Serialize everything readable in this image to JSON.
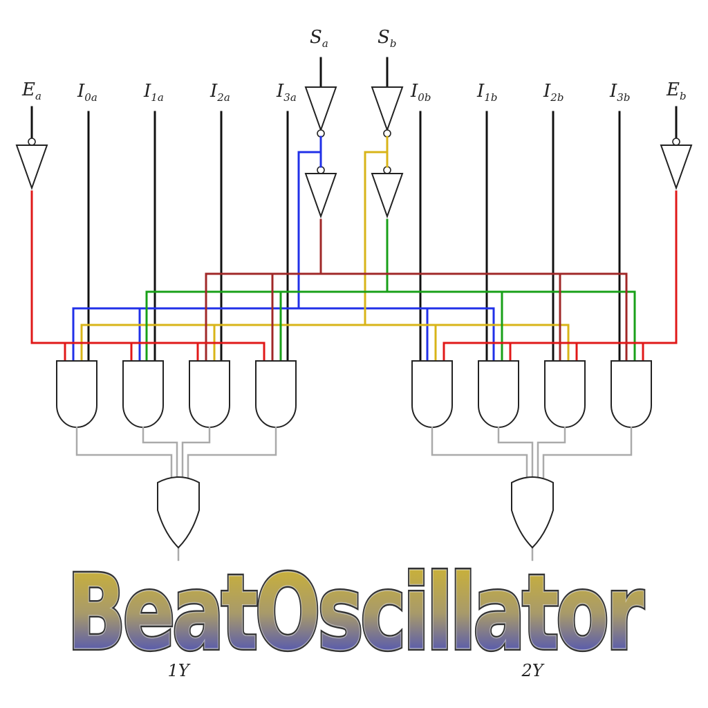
{
  "inputs_a": [
    {
      "main": "E",
      "sub": "a"
    },
    {
      "main": "I",
      "sub": "0a"
    },
    {
      "main": "I",
      "sub": "1a"
    },
    {
      "main": "I",
      "sub": "2a"
    },
    {
      "main": "I",
      "sub": "3a"
    }
  ],
  "selects": [
    {
      "main": "S",
      "sub": "a"
    },
    {
      "main": "S",
      "sub": "b"
    }
  ],
  "inputs_b": [
    {
      "main": "I",
      "sub": "0b"
    },
    {
      "main": "I",
      "sub": "1b"
    },
    {
      "main": "I",
      "sub": "2b"
    },
    {
      "main": "I",
      "sub": "3b"
    },
    {
      "main": "E",
      "sub": "b"
    }
  ],
  "outputs": [
    "1Y",
    "2Y"
  ],
  "logo": {
    "text": "BeatOscillator",
    "top_color": "#d4b82a",
    "bottom_color": "#2a36d4",
    "outline": "#333333"
  },
  "colors": {
    "enable": "#e01818",
    "sa_line": "#2030e8",
    "sb_line": "#d8b418",
    "sb_inv": "#18a018",
    "sa_inv": "#a02828",
    "output": "#aaaaaa"
  }
}
